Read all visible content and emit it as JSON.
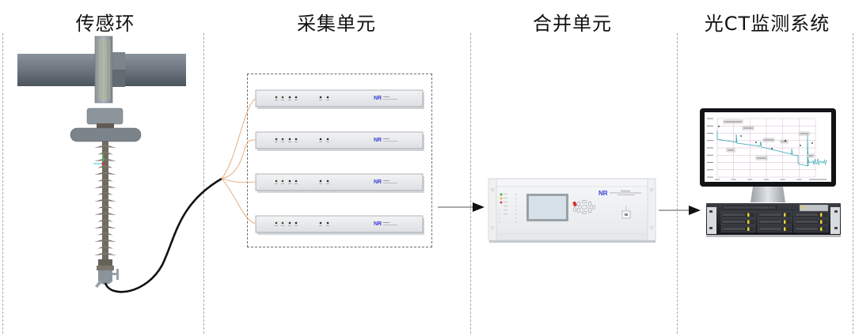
{
  "sections": [
    {
      "id": "sensor",
      "title": "传感环"
    },
    {
      "id": "acquisition",
      "title": "采集单元"
    },
    {
      "id": "merging",
      "title": "合并单元"
    },
    {
      "id": "monitoring",
      "title": "光CT监测系统"
    }
  ],
  "acquisition": {
    "unit_count": 4,
    "brand_logo": "NR",
    "led_labels": [
      "",
      "",
      "",
      "",
      "",
      ""
    ]
  },
  "merging": {
    "brand_logo": "NR",
    "indicator_colors": [
      "#3aa53a",
      "#e2b72b",
      "#d93030"
    ]
  },
  "monitoring": {
    "chart_annotation_count": 8
  },
  "colors": {
    "fiber": "#e7a56f",
    "cable": "#111111",
    "brand": "#3a3fd8",
    "divider": "#a9a9a9"
  }
}
